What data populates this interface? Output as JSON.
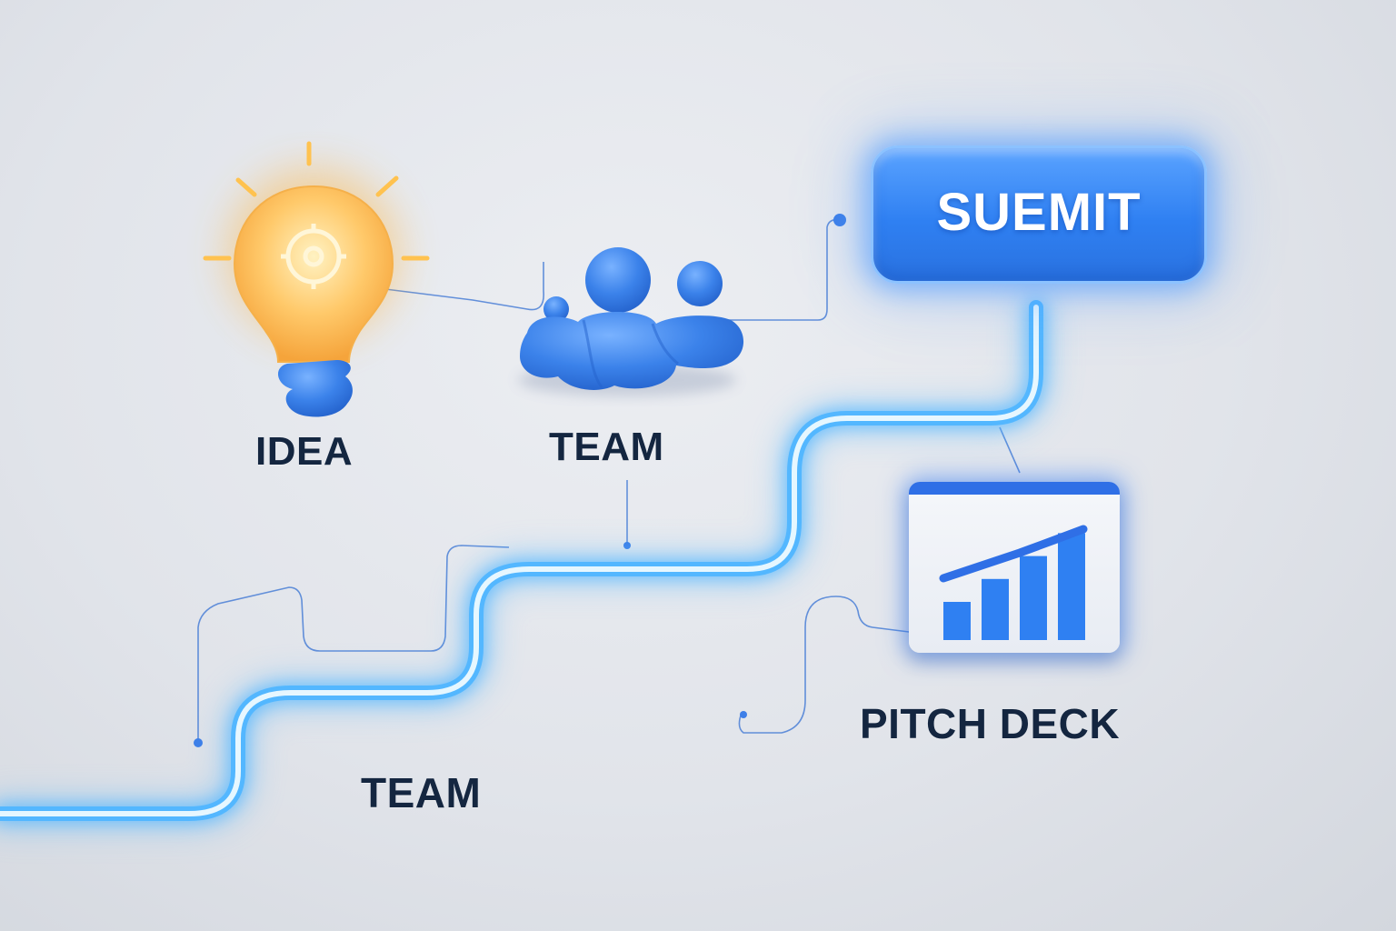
{
  "labels": {
    "idea": "IDEA",
    "team_top": "TEAM",
    "team_bottom": "TEAM",
    "pitch_deck": "PITCH DECK"
  },
  "submit": {
    "label": "SUEMIT"
  },
  "colors": {
    "neon_path": "#4fb4ff",
    "neon_core": "#e6f7ff",
    "brand_blue": "#2f80f2",
    "bulb_glow": "#ffb43a",
    "label_text": "#142640",
    "connector_line": "#4a7fd6"
  },
  "icons": {
    "idea": "lightbulb-icon",
    "team": "team-figures-icon",
    "pitch_deck": "bar-chart-icon"
  },
  "pitch_chart": {
    "bars": [
      0.3,
      0.48,
      0.66,
      0.84
    ]
  }
}
